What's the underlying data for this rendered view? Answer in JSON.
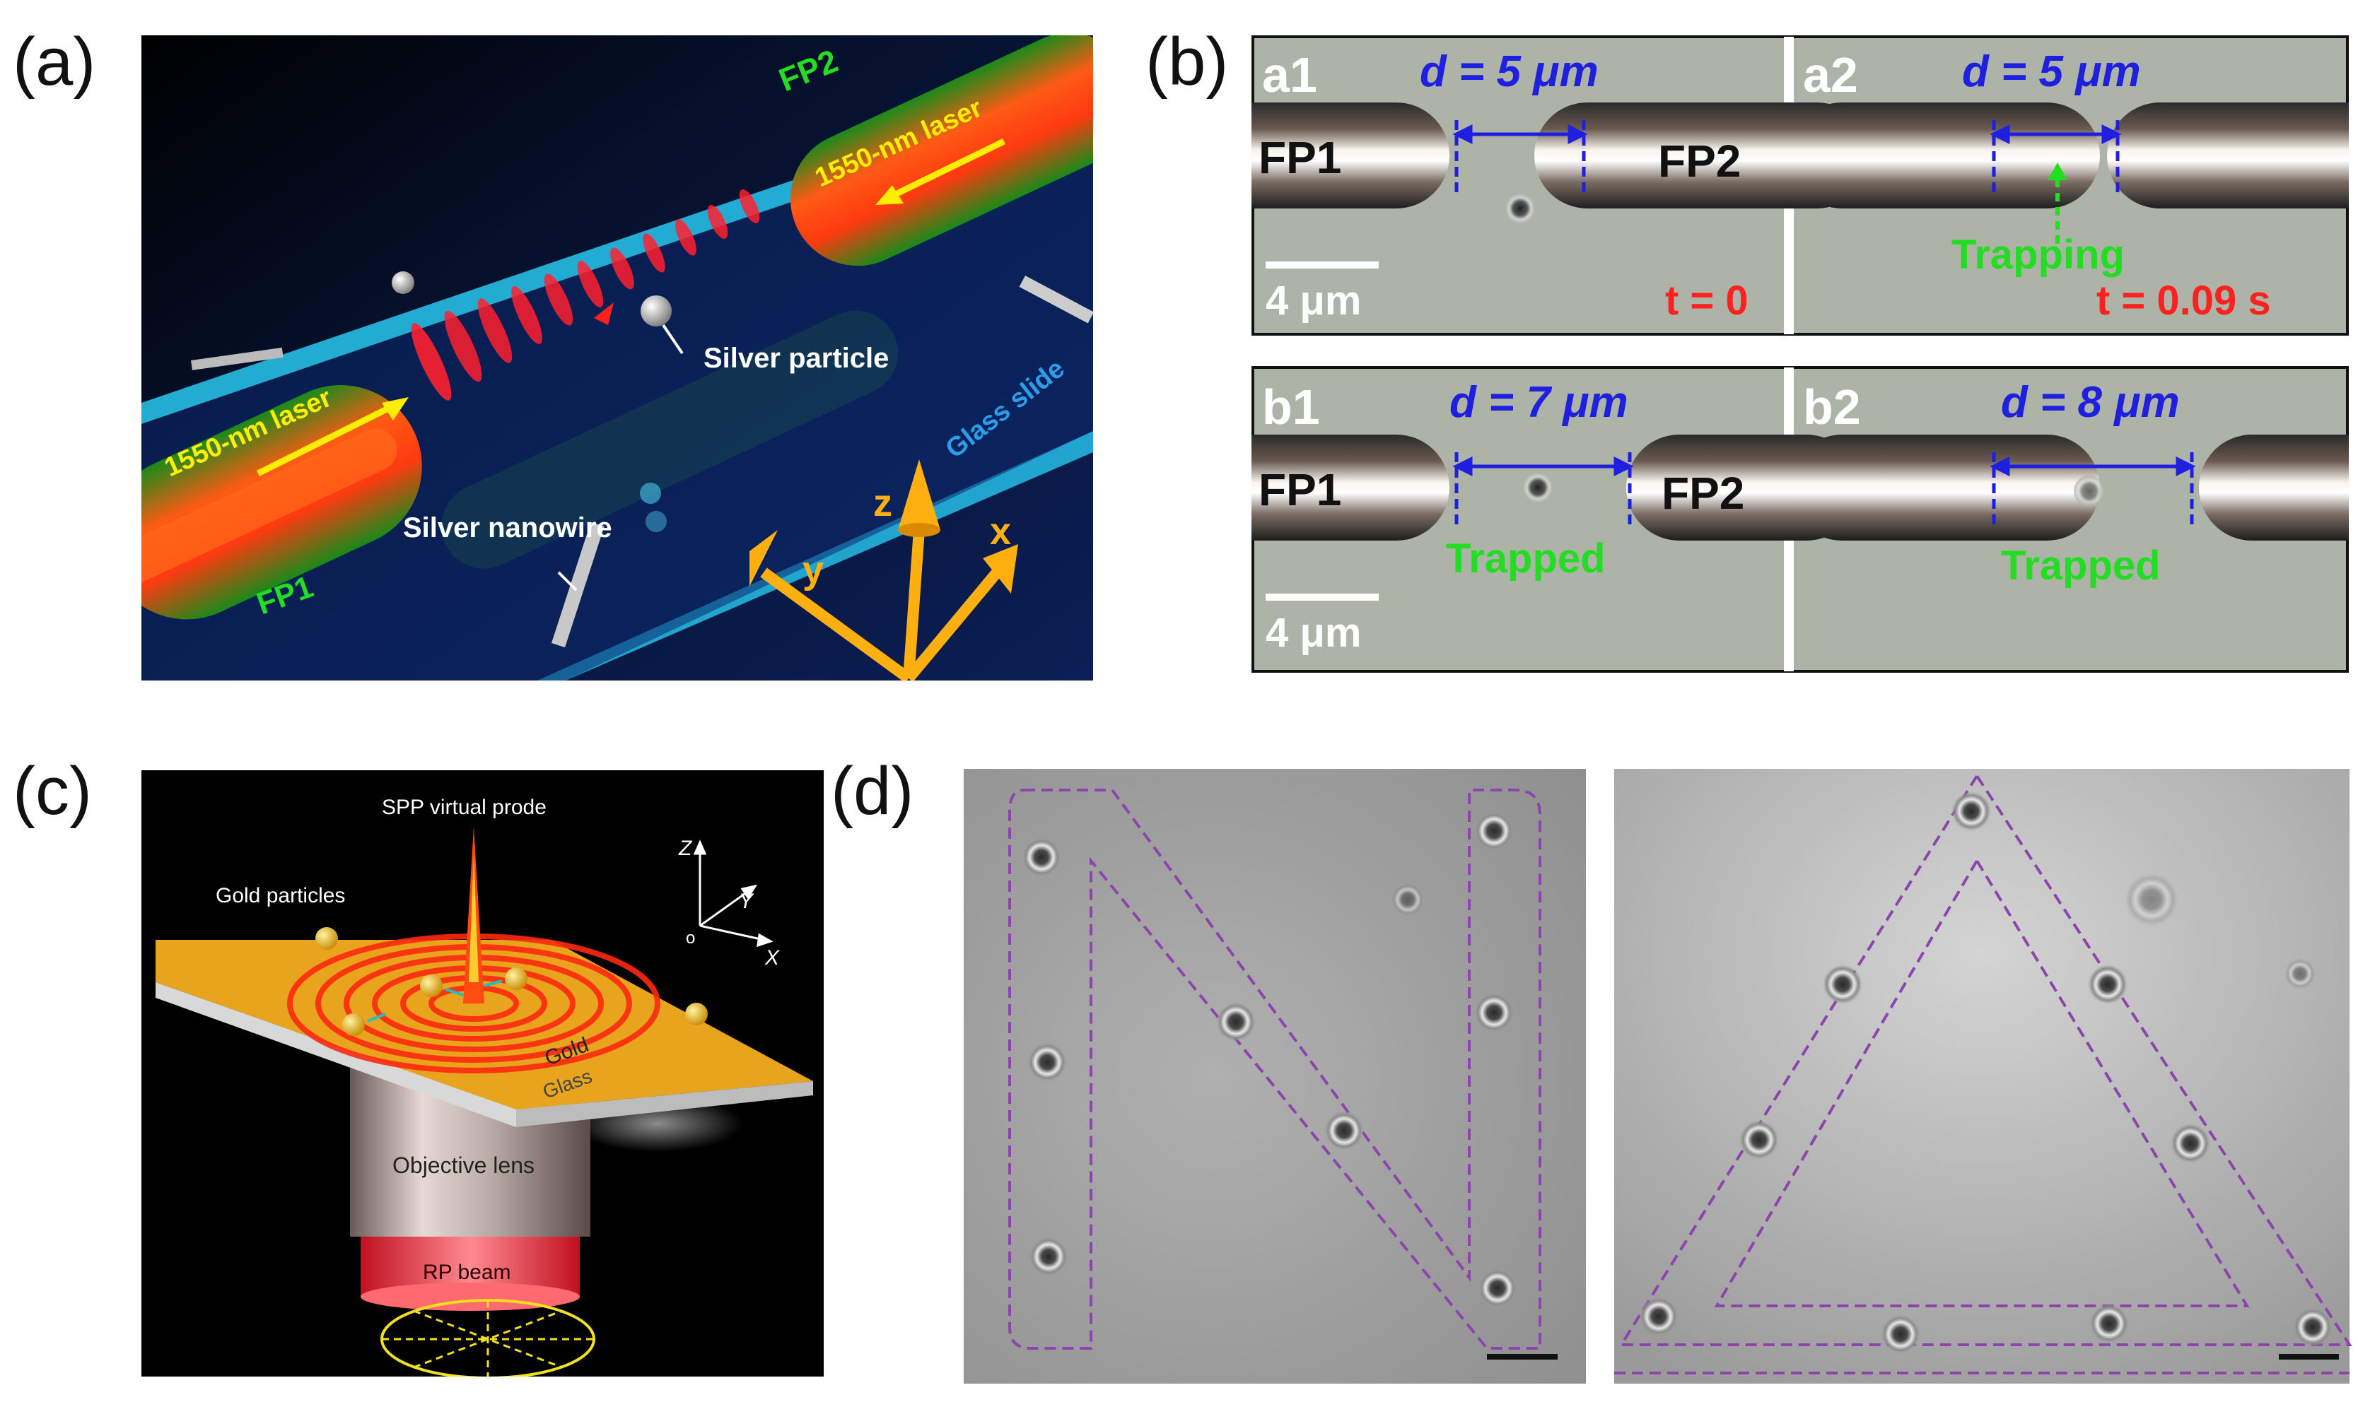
{
  "panels": {
    "a": {
      "label": "(a)",
      "fp1": "FP1",
      "fp2": "FP2",
      "laser_left": "1550-nm laser",
      "laser_right": "1550-nm laser",
      "silver_particle": "Silver particle",
      "silver_nanowire": "Silver nanowire",
      "glass_slide": "Glass slide",
      "axis_z": "z",
      "axis_y": "y",
      "axis_x": "x"
    },
    "b": {
      "label": "(b)",
      "a1": {
        "tag": "a1",
        "d": "d = 5 μm",
        "fp1": "FP1",
        "fp2": "FP2",
        "scale": "4 μm",
        "time": "t = 0"
      },
      "a2": {
        "tag": "a2",
        "d": "d = 5 μm",
        "trapping": "Trapping",
        "time": "t = 0.09 s"
      },
      "b1": {
        "tag": "b1",
        "d": "d = 7 μm",
        "fp1": "FP1",
        "fp2": "FP2",
        "scale": "4 μm",
        "trapped": "Trapped"
      },
      "b2": {
        "tag": "b2",
        "d": "d = 8 μm",
        "trapped": "Trapped"
      }
    },
    "c": {
      "label": "(c)",
      "spp": "SPP virtual prode",
      "gold_particles": "Gold particles",
      "gold": "Gold",
      "glass": "Glass",
      "objective": "Objective lens",
      "rp_beam": "RP beam",
      "axis_z": "Z",
      "axis_y": "Y",
      "axis_x": "X",
      "origin": "o"
    },
    "d": {
      "label": "(d)"
    }
  },
  "colors": {
    "accent_blue": "#1f1fe0",
    "label_green": "#22dd22",
    "time_red": "#ff2020",
    "outline_purple": "#8e44ad"
  }
}
